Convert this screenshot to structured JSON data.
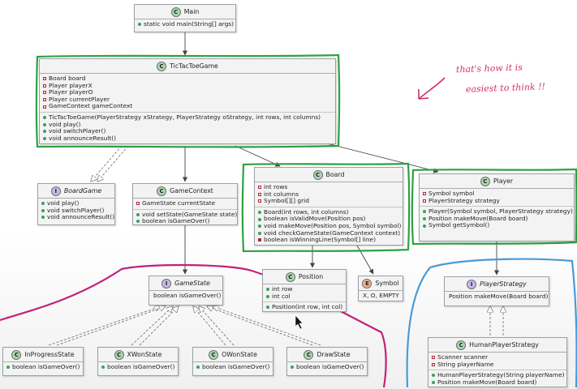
{
  "colors": {
    "highlight_green": "#2ea043",
    "highlight_magenta": "#c2217a",
    "highlight_blue": "#4a9bd6",
    "annotation_ink": "#d0306a",
    "class_badge": "#a9d8b0",
    "interface_badge": "#c9b8e8",
    "enum_badge": "#f0b48e"
  },
  "classes": {
    "main": {
      "badge": "C",
      "name": "Main",
      "methods": [
        "static void main(String[] args)"
      ]
    },
    "tictactoe": {
      "badge": "C",
      "name": "TicTacToeGame",
      "fields": [
        "Board board",
        "Player playerX",
        "Player playerO",
        "Player currentPlayer",
        "GameContext gameContext"
      ],
      "methods": [
        "TicTacToeGame(PlayerStrategy xStrategy, PlayerStrategy oStrategy, int rows, int columns)",
        "void play()",
        "void switchPlayer()",
        "void announceResult()"
      ]
    },
    "boardgame": {
      "badge": "I",
      "name": "BoardGame",
      "methods": [
        "void play()",
        "void switchPlayer()",
        "void announceResult()"
      ]
    },
    "gamecontext": {
      "badge": "C",
      "name": "GameContext",
      "fields": [
        "GameState currentState"
      ],
      "methods": [
        "void setState(GameState state)",
        "boolean isGameOver()"
      ]
    },
    "board": {
      "badge": "C",
      "name": "Board",
      "fields": [
        "int rows",
        "int columns",
        "Symbol[][] grid"
      ],
      "methods": [
        "Board(int rows, int columns)",
        "boolean isValidMove(Position pos)",
        "void makeMove(Position pos, Symbol symbol)",
        "void checkGameState(GameContext context)"
      ],
      "private_methods": [
        "boolean isWinningLine(Symbol[] line)"
      ]
    },
    "player": {
      "badge": "C",
      "name": "Player",
      "fields": [
        "Symbol symbol",
        "PlayerStrategy strategy"
      ],
      "methods": [
        "Player(Symbol symbol, PlayerStrategy strategy)",
        "Position makeMove(Board board)",
        "Symbol getSymbol()"
      ]
    },
    "position": {
      "badge": "C",
      "name": "Position",
      "fields": [
        "int row",
        "int col"
      ],
      "methods": [
        "Position(int row, int col)"
      ]
    },
    "symbol": {
      "badge": "E",
      "name": "Symbol",
      "values": "X, O, EMPTY"
    },
    "gamestate": {
      "badge": "I",
      "name": "GameState",
      "methods": [
        "boolean isGameOver()"
      ]
    },
    "playerstrategy": {
      "badge": "I",
      "name": "PlayerStrategy",
      "methods": [
        "Position makeMove(Board board)"
      ]
    },
    "inprogress": {
      "badge": "C",
      "name": "InProgressState",
      "methods": [
        "boolean isGameOver()"
      ]
    },
    "xwon": {
      "badge": "C",
      "name": "XWonState",
      "methods": [
        "boolean isGameOver()"
      ]
    },
    "owon": {
      "badge": "C",
      "name": "OWonState",
      "methods": [
        "boolean isGameOver()"
      ]
    },
    "draw": {
      "badge": "C",
      "name": "DrawState",
      "methods": [
        "boolean isGameOver()"
      ]
    },
    "human": {
      "badge": "C",
      "name": "HumanPlayerStrategy",
      "fields": [
        "Scanner scanner",
        "String playerName"
      ],
      "methods": [
        "HumanPlayerStrategy(String playerName)",
        "Position makeMove(Board board)"
      ]
    }
  },
  "annotation": {
    "line1": "that's how it is",
    "line2": "easiest to think !!"
  }
}
